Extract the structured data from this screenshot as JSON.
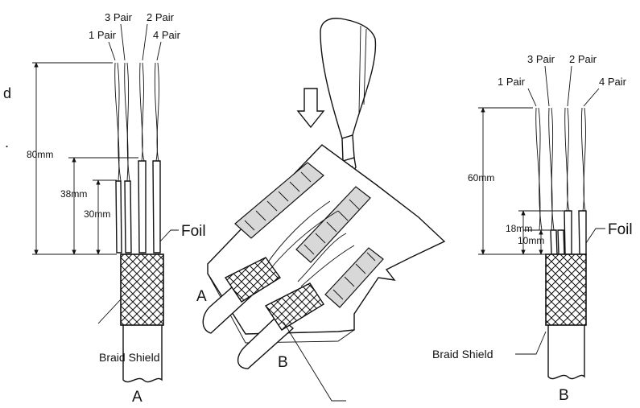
{
  "left_cable": {
    "pair_labels": [
      "1 Pair",
      "3 Pair",
      "2 Pair",
      "4 Pair"
    ],
    "dimensions": [
      "80mm",
      "38mm",
      "30mm"
    ],
    "foil_label": "Foil",
    "braid_label": "Braid Shield",
    "cable_letter": "A"
  },
  "center_assembly": {
    "cable_letters": [
      "A",
      "B"
    ]
  },
  "right_cable": {
    "pair_labels": [
      "1 Pair",
      "3 Pair",
      "2 Pair",
      "4 Pair"
    ],
    "dimensions": [
      "60mm",
      "18mm",
      "10mm"
    ],
    "foil_label": "Foil",
    "braid_label": "Braid Shield",
    "cable_letter": "B"
  },
  "edge_fragments": [
    "d",
    "."
  ]
}
